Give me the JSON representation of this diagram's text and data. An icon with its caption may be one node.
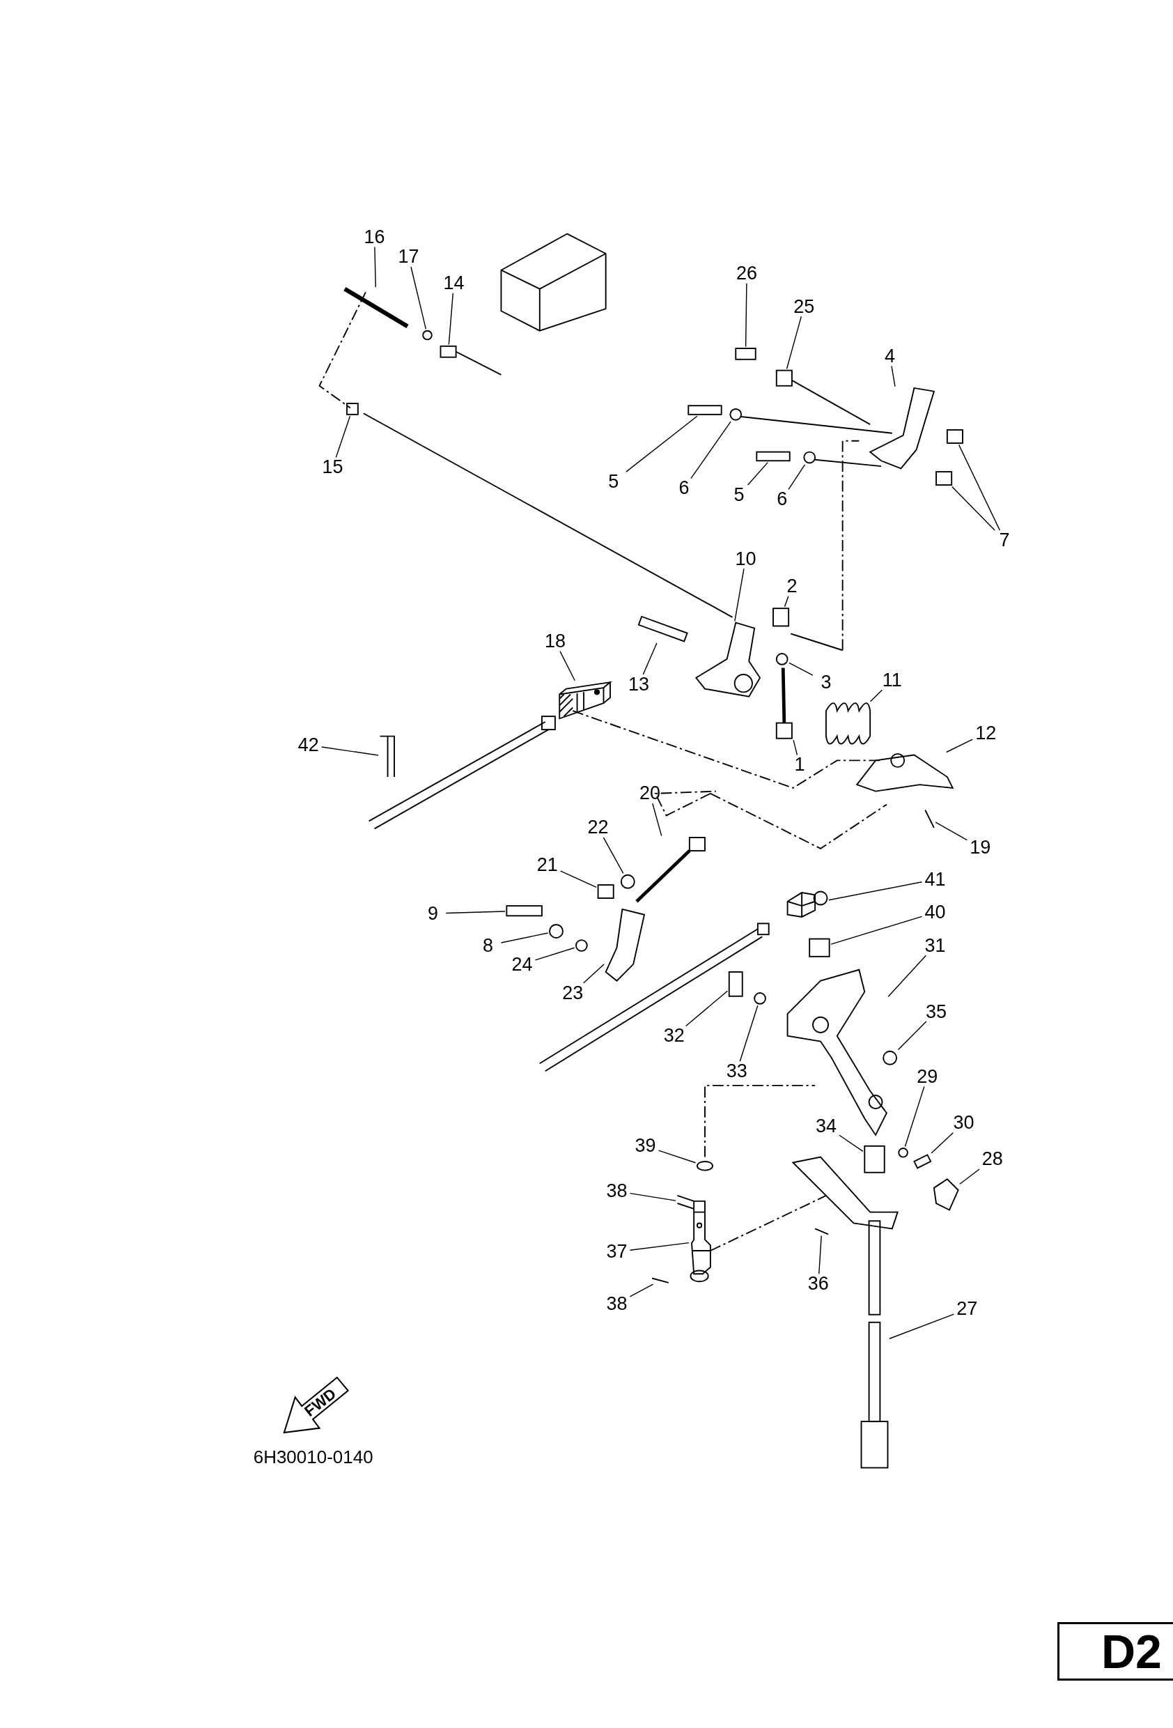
{
  "diagram": {
    "nodes": [
      {
        "text": [
          "16"
        ]
      },
      {
        "text": [
          "17"
        ]
      },
      {
        "text": [
          "14"
        ]
      },
      {
        "text": [
          "26"
        ]
      },
      {
        "text": [
          "25"
        ]
      },
      {
        "text": [
          "4"
        ]
      },
      {
        "text": [
          "15"
        ]
      },
      {
        "text": [
          "5"
        ]
      },
      {
        "text": [
          "6"
        ]
      },
      {
        "text": [
          "5"
        ]
      },
      {
        "text": [
          "6"
        ]
      },
      {
        "text": [
          "7"
        ]
      },
      {
        "text": [
          "10"
        ]
      },
      {
        "text": [
          "2"
        ]
      },
      {
        "text": [
          "18"
        ]
      },
      {
        "text": [
          "13"
        ]
      },
      {
        "text": [
          "3"
        ]
      },
      {
        "text": [
          "11"
        ]
      },
      {
        "text": [
          "12"
        ]
      },
      {
        "text": [
          "42"
        ]
      },
      {
        "text": [
          "1"
        ]
      },
      {
        "text": [
          "20"
        ]
      },
      {
        "text": [
          "22"
        ]
      },
      {
        "text": [
          "21"
        ]
      },
      {
        "text": [
          "19"
        ]
      },
      {
        "text": [
          "41"
        ]
      },
      {
        "text": [
          "9"
        ]
      },
      {
        "text": [
          "40"
        ]
      },
      {
        "text": [
          "8"
        ]
      },
      {
        "text": [
          "31"
        ]
      },
      {
        "text": [
          "24"
        ]
      },
      {
        "text": [
          "23"
        ]
      },
      {
        "text": [
          "35"
        ]
      },
      {
        "text": [
          "32"
        ]
      },
      {
        "text": [
          "33"
        ]
      },
      {
        "text": [
          "29"
        ]
      },
      {
        "text": [
          "30"
        ]
      },
      {
        "text": [
          "34"
        ]
      },
      {
        "text": [
          "39"
        ]
      },
      {
        "text": [
          "28"
        ]
      },
      {
        "text": [
          "38"
        ]
      },
      {
        "text": [
          "37"
        ]
      },
      {
        "text": [
          "38"
        ]
      },
      {
        "text": [
          "36"
        ]
      },
      {
        "text": [
          "27"
        ]
      },
      {
        "text": [],
        "shape": "picture"
      },
      {
        "text": [],
        "shape": "circle"
      },
      {
        "text": [],
        "shape": "box"
      },
      {
        "text": [],
        "shape": "box"
      },
      {
        "text": [],
        "shape": "box"
      },
      {
        "text": [],
        "shape": "picture"
      },
      {
        "text": [],
        "shape": "box"
      },
      {
        "text": [],
        "shape": "box"
      },
      {
        "text": [],
        "shape": "circle"
      },
      {
        "text": [],
        "shape": "box"
      },
      {
        "text": [],
        "shape": "circle"
      },
      {
        "text": [],
        "shape": "box"
      },
      {
        "text": [],
        "shape": "box"
      },
      {
        "text": [],
        "shape": "picture"
      },
      {
        "text": [],
        "shape": "box"
      },
      {
        "text": [],
        "shape": "picture"
      },
      {
        "text": [],
        "shape": "box"
      },
      {
        "text": [],
        "shape": "circle"
      },
      {
        "text": [],
        "shape": "picture"
      },
      {
        "text": [],
        "shape": "picture"
      },
      {
        "text": [],
        "shape": "picture"
      },
      {
        "text": [],
        "shape": "picture"
      },
      {
        "text": [],
        "shape": "picture"
      },
      {
        "text": [],
        "shape": "circle"
      },
      {
        "text": [],
        "shape": "box"
      },
      {
        "text": [],
        "shape": "picture"
      },
      {
        "text": [],
        "shape": "picture"
      },
      {
        "text": [],
        "shape": "box"
      },
      {
        "text": [],
        "shape": "box"
      },
      {
        "text": [],
        "shape": "circle"
      },
      {
        "text": [],
        "shape": "picture"
      },
      {
        "text": [],
        "shape": "circle"
      },
      {
        "text": [],
        "shape": "picture"
      },
      {
        "text": [],
        "shape": "circle"
      },
      {
        "text": [],
        "shape": "box"
      },
      {
        "text": [],
        "shape": "circle"
      },
      {
        "text": [],
        "shape": "circle"
      },
      {
        "text": [],
        "shape": "picture"
      },
      {
        "text": [],
        "shape": "box"
      },
      {
        "text": [],
        "shape": "circle"
      },
      {
        "text": [],
        "shape": "picture"
      },
      {
        "text": [],
        "shape": "picture"
      },
      {
        "text": [],
        "shape": "picture"
      },
      {
        "text": [],
        "shape": "picture"
      },
      {
        "text": [],
        "shape": "picture"
      },
      {
        "text": [],
        "shape": "picture"
      }
    ],
    "edges": [
      {
        "from": 0,
        "to": 45,
        "arrow": "none"
      },
      {
        "from": 1,
        "to": 46,
        "arrow": "none"
      },
      {
        "from": 2,
        "to": 47,
        "arrow": "none"
      },
      {
        "from": 3,
        "to": 48,
        "arrow": "none"
      },
      {
        "from": 4,
        "to": 49,
        "arrow": "none"
      },
      {
        "from": 5,
        "to": 50,
        "arrow": "none"
      },
      {
        "from": 6,
        "to": 51,
        "arrow": "none"
      },
      {
        "from": 7,
        "to": 52,
        "arrow": "none"
      },
      {
        "from": 8,
        "to": 53,
        "arrow": "none"
      },
      {
        "from": 9,
        "to": 54,
        "arrow": "none"
      },
      {
        "from": 10,
        "to": 55,
        "arrow": "none"
      },
      {
        "from": 11,
        "to": 56,
        "arrow": "none"
      },
      {
        "from": 11,
        "to": 57,
        "arrow": "none"
      },
      {
        "from": 12,
        "to": 58,
        "arrow": "none"
      },
      {
        "from": 13,
        "to": 59,
        "arrow": "none"
      },
      {
        "from": 14,
        "to": 60,
        "arrow": "none"
      },
      {
        "from": 15,
        "to": 61,
        "arrow": "none"
      },
      {
        "from": 16,
        "to": 62,
        "arrow": "none"
      },
      {
        "from": 17,
        "to": 63,
        "arrow": "none"
      },
      {
        "from": 18,
        "to": 64,
        "arrow": "none"
      },
      {
        "from": 19,
        "to": 65,
        "arrow": "none"
      },
      {
        "from": 20,
        "to": 66,
        "arrow": "none"
      },
      {
        "from": 21,
        "to": 67,
        "arrow": "none"
      },
      {
        "from": 22,
        "to": 68,
        "arrow": "none"
      },
      {
        "from": 23,
        "to": 69,
        "arrow": "none"
      },
      {
        "from": 24,
        "to": 70,
        "arrow": "none"
      },
      {
        "from": 25,
        "to": 71,
        "arrow": "none"
      },
      {
        "from": 26,
        "to": 72,
        "arrow": "none"
      },
      {
        "from": 27,
        "to": 73,
        "arrow": "none"
      },
      {
        "from": 28,
        "to": 74,
        "arrow": "none"
      },
      {
        "from": 29,
        "to": 75,
        "arrow": "none"
      },
      {
        "from": 30,
        "to": 76,
        "arrow": "none"
      },
      {
        "from": 31,
        "to": 77,
        "arrow": "none"
      },
      {
        "from": 32,
        "to": 78,
        "arrow": "none"
      },
      {
        "from": 33,
        "to": 79,
        "arrow": "none"
      },
      {
        "from": 34,
        "to": 80,
        "arrow": "none"
      },
      {
        "from": 35,
        "to": 81,
        "arrow": "none"
      },
      {
        "from": 36,
        "to": 82,
        "arrow": "none"
      },
      {
        "from": 37,
        "to": 83,
        "arrow": "none"
      },
      {
        "from": 38,
        "to": 84,
        "arrow": "none"
      },
      {
        "from": 39,
        "to": 85,
        "arrow": "none"
      },
      {
        "from": 40,
        "to": 86,
        "arrow": "none"
      },
      {
        "from": 41,
        "to": 87,
        "arrow": "none"
      },
      {
        "from": 42,
        "to": 88,
        "arrow": "none"
      },
      {
        "from": 43,
        "to": 89,
        "arrow": "none"
      },
      {
        "from": 44,
        "to": 90,
        "arrow": "none"
      }
    ],
    "labels": [
      "FWD",
      "6H30010-0140",
      "D2"
    ]
  }
}
